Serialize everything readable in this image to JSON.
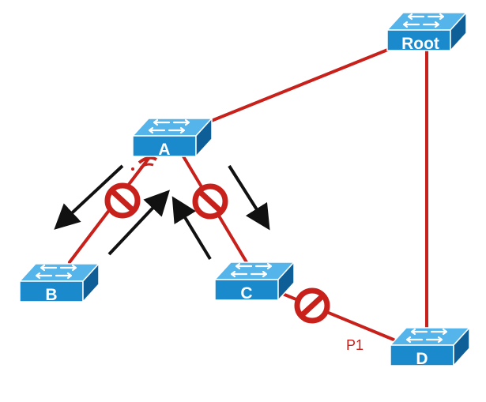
{
  "switches": {
    "root": {
      "label": "Root"
    },
    "a": {
      "label": "A"
    },
    "b": {
      "label": "B"
    },
    "c": {
      "label": "C"
    },
    "d": {
      "label": "D"
    }
  },
  "port_label": "P1",
  "colors": {
    "link": "#c8201a",
    "switch_top": "#4fb0e6",
    "switch_front": "#1a86c8",
    "switch_side": "#0d5f96",
    "arrow": "#111111",
    "blocked": "#c8201a"
  }
}
